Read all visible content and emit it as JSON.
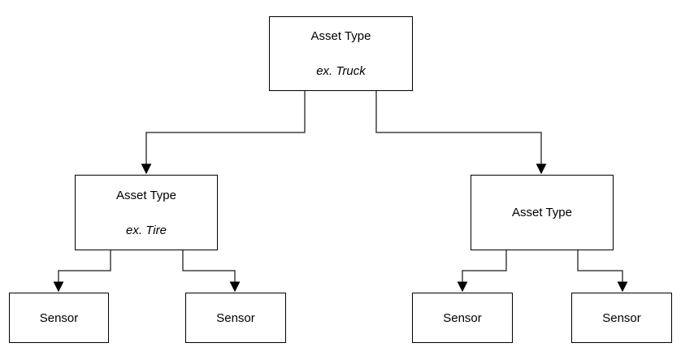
{
  "diagram": {
    "type": "tree-hierarchy",
    "colors": {
      "background": "#ffffff",
      "node_fill": "#ffffff",
      "node_border": "#000000",
      "connector": "#404040",
      "arrowhead": "#000000",
      "text": "#000000"
    },
    "nodes": {
      "root": {
        "title": "Asset Type",
        "example": "ex. Truck"
      },
      "child_left": {
        "title": "Asset Type",
        "example": "ex. Tire"
      },
      "child_right": {
        "title": "Asset Type"
      }
    },
    "sensors": [
      {
        "label": "Sensor"
      },
      {
        "label": "Sensor"
      },
      {
        "label": "Sensor"
      },
      {
        "label": "Sensor"
      }
    ]
  }
}
